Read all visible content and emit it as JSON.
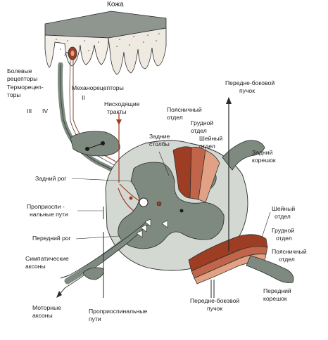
{
  "title": "Кожа",
  "labels": {
    "pain_line1": "Болевые",
    "pain_line2": "рецепторы",
    "thermo_line1": "Терморецеп-",
    "thermo_line2": "торы",
    "mechanoreceptors": "Механорецепторы",
    "roman_iii": "III",
    "roman_iv": "IV",
    "roman_ii": "II",
    "descending_line1": "Нисходящие",
    "descending_line2": "тракты",
    "lumbar_top_line1": "Поясничный",
    "lumbar_top_line2": "отдел",
    "thoracic_top_line1": "Грудной",
    "thoracic_top_line2": "отдел",
    "cervical_top_line1": "Шейный",
    "cervical_top_line2": "отдел",
    "dorsal_columns_line1": "Задние",
    "dorsal_columns_line2": "столбы",
    "anterolateral_top_line1": "Передне-боковой",
    "anterolateral_top_line2": "пучок",
    "dorsal_root_line1": "Задний",
    "dorsal_root_line2": "корешок",
    "dorsal_horn": "Задний рог",
    "propriospinal_left_line1": "Проприоспи -",
    "propriospinal_left_line2": "нальные пути",
    "ventral_horn": "Передний рог",
    "sympathetic_line1": "Симпатические",
    "sympathetic_line2": "аксоны",
    "motor_line1": "Моторные",
    "motor_line2": "аксоны",
    "propriospinal_bottom_line1": "Проприоспинальные",
    "propriospinal_bottom_line2": "пути",
    "anterolateral_bottom_line1": "Передне-боковой",
    "anterolateral_bottom_line2": "пучок",
    "cervical_right_line1": "Шейный",
    "cervical_right_line2": "отдел",
    "thoracic_right_line1": "Грудной",
    "thoracic_right_line2": "отдел",
    "lumbar_right_line1": "Поясничный",
    "lumbar_right_line2": "отдел",
    "ventral_root_line1": "Передний",
    "ventral_root_line2": "корешок"
  },
  "colors": {
    "gray_matter": "#7e8a80",
    "white_matter": "#d3d8d3",
    "tract_dark": "#9c3d24",
    "tract_mid": "#c0654a",
    "tract_light": "#e0a184",
    "skin_top": "#8f9690",
    "outline": "#2a2a2a"
  }
}
